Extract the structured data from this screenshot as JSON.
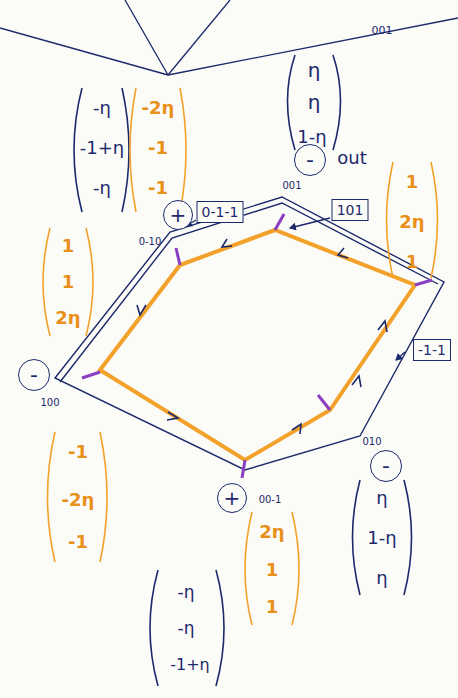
{
  "diagram": {
    "nodes": [
      {
        "text": [
          "-"
        ]
      },
      {
        "text": [
          "101"
        ]
      },
      {
        "text": [
          "0-1-1"
        ]
      },
      {
        "text": [
          "+"
        ]
      },
      {
        "text": [
          "-1-1"
        ]
      },
      {
        "text": [
          "-"
        ]
      },
      {
        "text": [
          "-"
        ]
      },
      {
        "text": [
          "+"
        ]
      }
    ],
    "labels": [
      "001",
      "η",
      "η",
      "1-η",
      "-η",
      "-1+η",
      "-η",
      "-2η",
      "-1",
      "-1",
      "out",
      "1",
      "2η",
      "1",
      "001",
      "0-10",
      "1",
      "1",
      "2η",
      "100",
      "-1",
      "-2η",
      "-1",
      "010",
      "00-1",
      "η",
      "1-η",
      "η",
      "2η",
      "1",
      "1",
      "-η",
      "-η",
      "-1+η"
    ]
  }
}
